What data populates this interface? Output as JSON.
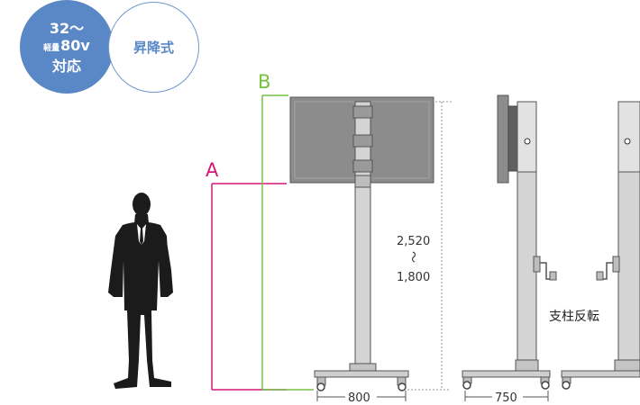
{
  "badges": {
    "size": {
      "line1": "32〜",
      "line2_small": "軽量",
      "line2_main": "80v",
      "line3": "対応"
    },
    "lift": {
      "label": "昇降式"
    }
  },
  "markers": {
    "a": "A",
    "b": "B"
  },
  "dimensions": {
    "height_max": "2,520",
    "height_sep": "〜",
    "height_min": "1,800",
    "width_front": "800",
    "depth_side": "750"
  },
  "labels": {
    "column_reverse": "支柱反転"
  },
  "colors": {
    "badge_blue": "#5a88c6",
    "marker_a": "#d6177a",
    "marker_b": "#76c043",
    "screen": "#8c8c8c",
    "metal": "#cfcfcf"
  }
}
